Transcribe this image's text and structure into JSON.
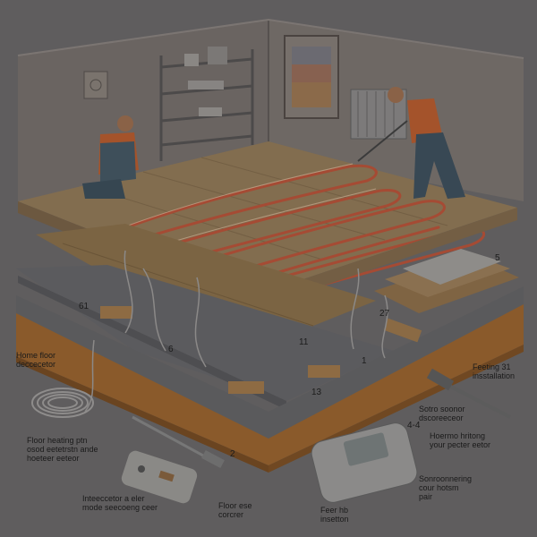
{
  "labels": {
    "home_floor": "Home floor\ndeccecetor",
    "floor_heating": "Floor heating ptn\nosod eetetrstn ande\nhoeteer eeteor",
    "intecector": "Inteeccetor a eler\nmode seecoeng ceer",
    "floor_sensor": "Floor ese\ncorcrer",
    "feer_hb": "Feer hb\ninsetton",
    "heating_installation": "Feeting 31\ninsstallation",
    "soro_soonor": "Sotro soonor\ndscoreeceor",
    "thermo": "Hoermo hritong\nyour pecter eetor",
    "sonro": "Sonroonnering\ncour hotsm\npair"
  },
  "callouts": {
    "c61": "61",
    "c5": "5",
    "c27": "27",
    "c11": "11",
    "c6": "6",
    "c13": "13",
    "c1": "1",
    "c2": "2",
    "c44": "4-4"
  },
  "colors": {
    "background": "#5f5d5e",
    "wall": "#6a6461",
    "floor": "#826d4f",
    "pipe": "#a54b34",
    "concrete": "#5a5a5c",
    "base": "#8a5a2b"
  },
  "icons": [
    "thermostat-icon",
    "hammer-icon",
    "coiled-cable-icon",
    "remote-control-icon",
    "screwdriver-icon",
    "radiator-icon",
    "wall-art-icon",
    "electrical-outlet-icon"
  ]
}
